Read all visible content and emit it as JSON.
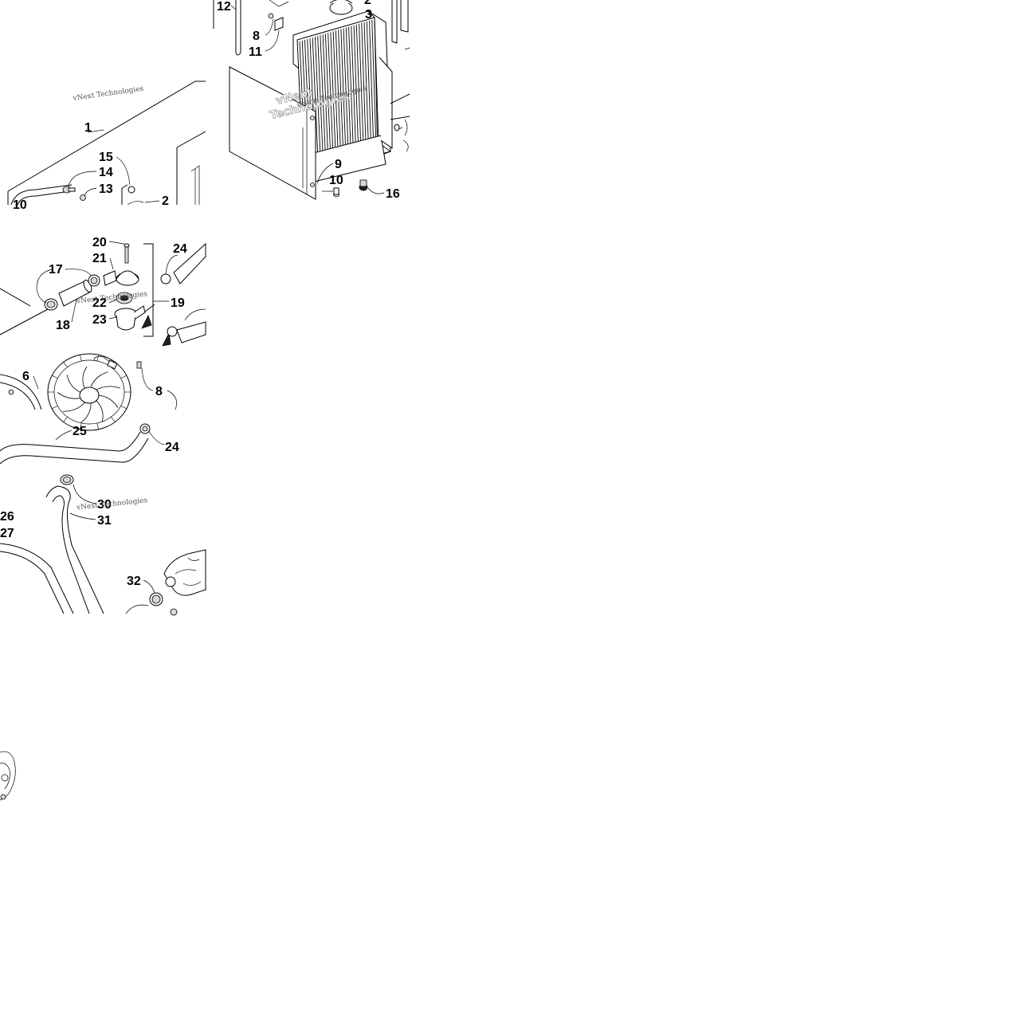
{
  "diagram": {
    "watermarks": [
      "vNext Technologies",
      "vNext Technologies",
      "vNext Technologies"
    ],
    "watermark_large": [
      "vNext",
      "Technologies"
    ],
    "callouts": {
      "n12": "12",
      "n2top": "2",
      "n3": "3",
      "n8a": "8",
      "n11": "11",
      "n1": "1",
      "n15": "15",
      "n14": "14",
      "n13": "13",
      "n2": "2",
      "n10left": "10",
      "n9": "9",
      "n10": "10",
      "n16": "16",
      "n20": "20",
      "n21": "21",
      "n24a": "24",
      "n17": "17",
      "n22": "22",
      "n19": "19",
      "n18": "18",
      "n23": "23",
      "n6": "6",
      "n8b": "8",
      "n25": "25",
      "n24b": "24",
      "n30": "30",
      "n26": "26",
      "n31": "31",
      "n27": "27",
      "n32": "32"
    }
  }
}
